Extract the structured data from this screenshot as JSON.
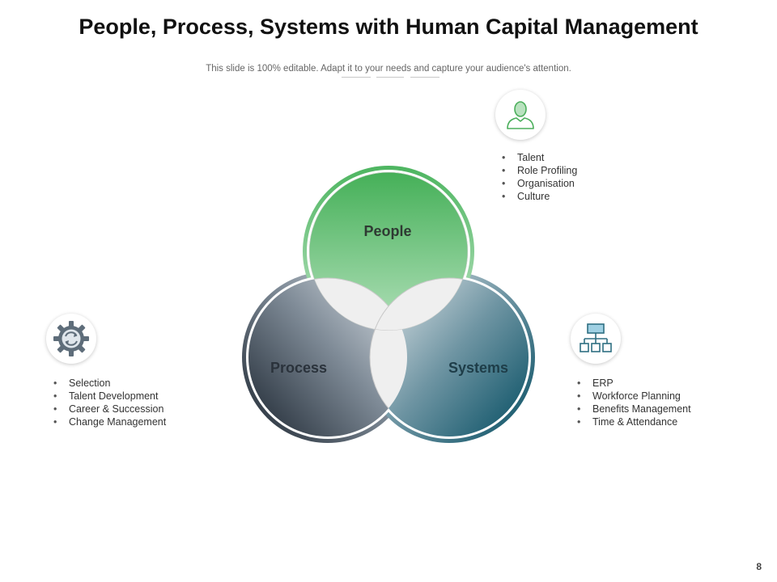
{
  "slide": {
    "title": "People, Process, Systems with Human Capital Management",
    "subtitle": "This slide is 100% editable. Adapt it to your needs and capture your audience's attention.",
    "page_number": "8"
  },
  "venn": {
    "people": {
      "label": "People",
      "color": "#5fbb6c"
    },
    "process": {
      "label": "Process",
      "color": "#4a5560"
    },
    "systems": {
      "label": "Systems",
      "color": "#2f6a7c"
    },
    "overlap_color": "#f0f0f0"
  },
  "people_panel": {
    "icon": "user-icon",
    "items": [
      "Talent",
      "Role Profiling",
      "Organisation",
      "Culture"
    ]
  },
  "process_panel": {
    "icon": "gear-refresh-icon",
    "items": [
      "Selection",
      "Talent Development",
      "Career & Succession",
      "Change Management"
    ]
  },
  "systems_panel": {
    "icon": "org-chart-icon",
    "items": [
      "ERP",
      "Workforce Planning",
      "Benefits Management",
      "Time & Attendance"
    ]
  }
}
